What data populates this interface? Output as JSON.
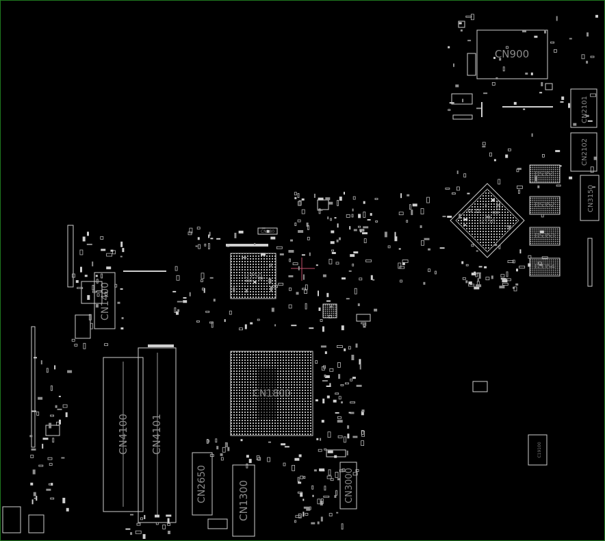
{
  "viewer": {
    "border_color": "#1f7a1f",
    "background": "#000000",
    "cursor": "crosshair-icon",
    "cursor_color": "#c0506a"
  },
  "components": {
    "cn900": "CN900",
    "cn2101": "CN2101",
    "cn2102": "CN2102",
    "cn3150": "CN3150",
    "cn1400": "CN1400",
    "cn4100": "CN4100",
    "cn4101": "CN4101",
    "cn1800": "CN1800",
    "cn2650": "CN2650",
    "cn1300": "CN1300",
    "cn3000": "CN3000",
    "u750": "U750",
    "u_north": "U350",
    "ds351": "DS351",
    "ds352": "DS352",
    "ds353": "DS353",
    "ds354": "DS354",
    "c19100": "C19100",
    "cn280": "CN280"
  }
}
